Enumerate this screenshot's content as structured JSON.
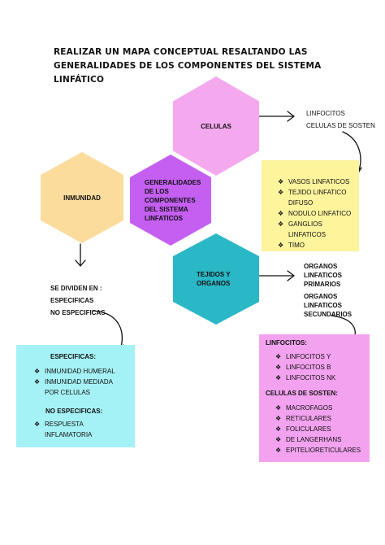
{
  "title": "REALIZAR UN MAPA CONCEPTUAL RESALTANDO LAS GENERALIDADES DE LOS COMPONENTES DEL SISTEMA LINFÁTICO",
  "colors": {
    "celulas_hex": "#f4a8ee",
    "inmunidad_hex": "#fbdc9d",
    "center_hex": "#c45ff2",
    "tejidos_hex": "#2ab7c6",
    "yellow_box": "#fdf49c",
    "cyan_box": "#a5f2f6",
    "pink_box": "#f2a2ee"
  },
  "hexagons": {
    "celulas": "CELULAS",
    "inmunidad": "INMUNIDAD",
    "center": "GENERALIDADES DE LOS COMPONENTES DEL SISTEMA LINFATICOS",
    "tejidos": "TEJIDOS Y ORGANOS"
  },
  "celulas_types": [
    "LINFOCITOS",
    "CELULAS DE SOSTEN"
  ],
  "tejidos_list": {
    "items": [
      "VASOS LINFATICOS",
      "TEJIDO LINFATICO DIFUSO",
      "NODULO LINFATICO",
      "GANGLIOS LINFATICOS",
      "TIMO"
    ],
    "bullet": "❖"
  },
  "organos": {
    "primarios": "ORGANOS LINFATICOS PRIMARIOS",
    "secundarios": "ORGANOS LINFATICOS SECUNDARIOS"
  },
  "inmunidad_divide": {
    "heading": "SE DIVIDEN EN :",
    "items": [
      "ESPECIFICAS",
      "NO ESPECIFICAS"
    ]
  },
  "especificas_box": {
    "heading1": "ESPECIFICAS:",
    "list1": [
      "INMUNIDAD HUMERAL",
      "INMUNIDAD MEDIADA POR CELULAS"
    ],
    "heading2": "NO ESPECIFICAS:",
    "list2": [
      "RESPUESTA INFLAMATORIA"
    ],
    "bullet": "❖"
  },
  "celulas_box": {
    "heading1": "LINFOCITOS:",
    "list1": [
      "LINFOCITOS Y",
      "LINFOCITOS B",
      "LINFOCITOS NK"
    ],
    "heading2": "CELULAS DE SOSTEN:",
    "list2": [
      "MACROFAGOS",
      "RETICULARES",
      "FOLICULARES",
      "DE LANGERHANS",
      "EPITELIORETICULARES"
    ],
    "bullet": "❖"
  }
}
